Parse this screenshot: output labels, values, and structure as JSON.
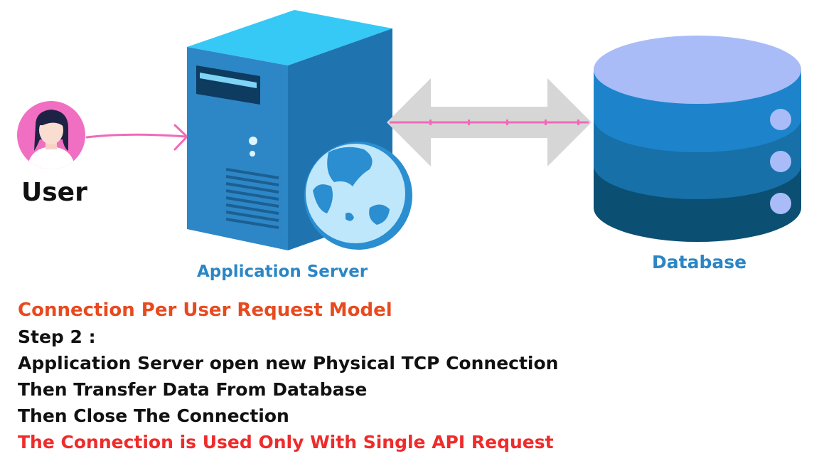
{
  "labels": {
    "user": "User",
    "server": "Application Server",
    "database": "Database"
  },
  "text": {
    "title": "Connection Per User Request Model",
    "step": "Step 2 :",
    "line1": "Application Server open new Physical TCP Connection",
    "line2": "Then Transfer Data From Database",
    "line3": "Then Close The Connection",
    "line4": "The Connection is Used Only With Single API Request"
  },
  "icons": {
    "user": "user-avatar-icon",
    "server": "server-tower-icon",
    "globe": "globe-icon",
    "database": "database-cylinder-icon",
    "request_arrow": "arrow-right-icon",
    "bidirectional": "double-arrow-icon"
  },
  "colors": {
    "title": "#e84a1f",
    "highlight": "#ef2b2b",
    "label_blue": "#2b86c5",
    "arrow_pink": "#f06ab8",
    "avatar_bg": "#f06fc2",
    "server_front": "#2d87c6",
    "server_top": "#36c9f6",
    "db_top": "#a9bcf7",
    "db_mid": "#1d84cb",
    "db_bottom": "#0b4f72"
  }
}
